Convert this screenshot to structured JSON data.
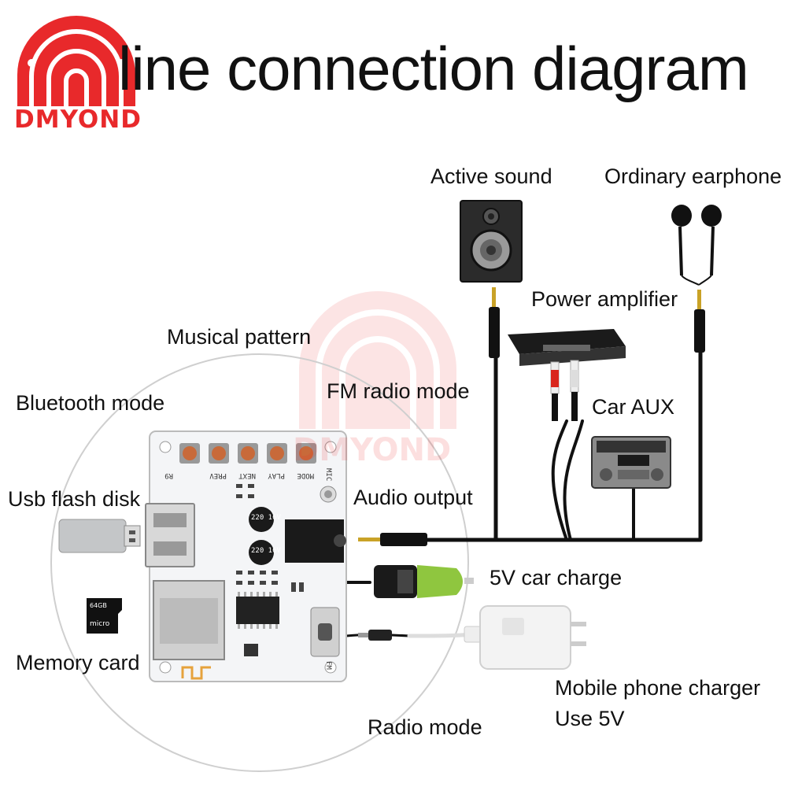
{
  "title": "line connection diagram",
  "brand": {
    "name": "DMYOND",
    "watermark": "DMYOND",
    "color": "#e8292b"
  },
  "labels": {
    "active_sound": "Active sound",
    "ordinary_earphone": "Ordinary earphone",
    "power_amplifier": "Power amplifier",
    "musical_pattern": "Musical pattern",
    "fm_radio_mode": "FM radio mode",
    "bluetooth_mode": "Bluetooth mode",
    "car_aux": "Car AUX",
    "usb_flash_disk": "Usb flash disk",
    "audio_output": "Audio output",
    "car_charge": "5V car charge",
    "memory_card": "Memory card",
    "phone_charger_line1": "Mobile phone charger",
    "phone_charger_line2": "Use 5V",
    "radio_mode": "Radio mode"
  },
  "board": {
    "buttons": [
      "R9",
      "PREV",
      "NEXT",
      "PLAY",
      "MODE"
    ],
    "mic": "MIC",
    "fm": "FM",
    "cap_label": "220 16V",
    "sd_capacity": "64GB"
  },
  "icons": [
    "speaker-icon",
    "earphone-icon",
    "amplifier-icon",
    "car-stereo-icon",
    "usb-drive-icon",
    "micro-sd-icon",
    "car-charger-icon",
    "phone-charger-icon",
    "aux-plug-icon"
  ]
}
